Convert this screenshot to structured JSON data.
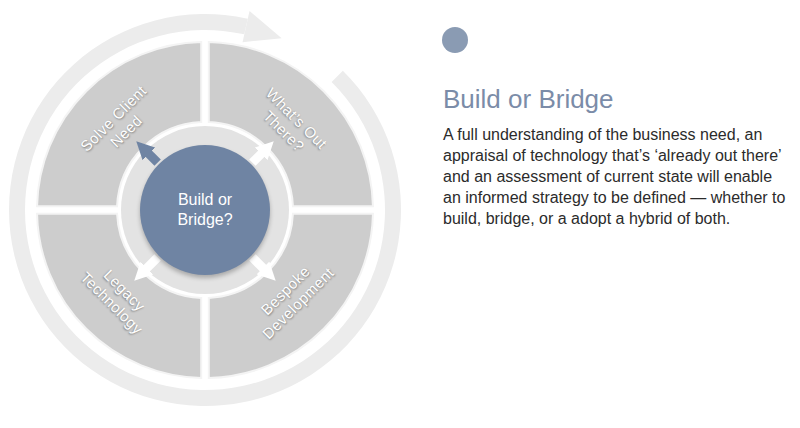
{
  "diagram": {
    "title": "Build or Bridge",
    "nodes": [
      {
        "text": [
          "Solve Client Need"
        ]
      },
      {
        "text": [
          "What’s Out There?"
        ]
      },
      {
        "text": [
          "Bespoke Development"
        ]
      },
      {
        "text": [
          "Legacy Technology"
        ]
      },
      {
        "text": [
          "Build or Bridge?"
        ]
      }
    ],
    "edges": [
      {
        "from": 4,
        "to": 0,
        "arrow": "to"
      },
      {
        "from": 4,
        "to": 1,
        "arrow": "to"
      },
      {
        "from": 4,
        "to": 2,
        "arrow": "to"
      },
      {
        "from": 4,
        "to": 3,
        "arrow": "to"
      }
    ],
    "labels": [
      "A full understanding of the business need, an appraisal of technology that’s ‘already out there’ and an assessment of current state will enable an informed strategy to be defined — whether to build, bridge, or a adopt a hybrid of both."
    ]
  }
}
